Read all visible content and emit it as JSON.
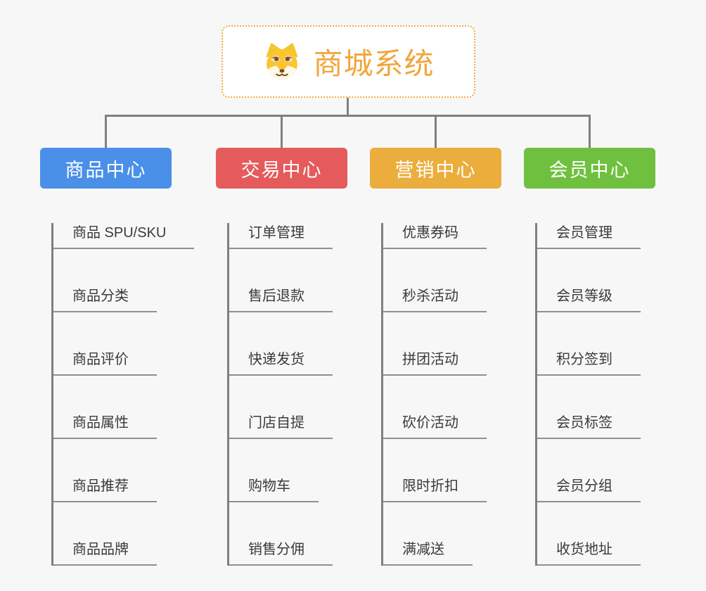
{
  "page": {
    "background": "#f7f7f7",
    "connector_color": "#7f7f7f"
  },
  "root": {
    "title": "商城系统",
    "title_color": "#F0A63C",
    "border_color": "#F2AC3C",
    "icon": "shiba-dog-icon"
  },
  "branches": [
    {
      "label": "商品中心",
      "color": "#4A90E8",
      "children": [
        "商品 SPU/SKU",
        "商品分类",
        "商品评价",
        "商品属性",
        "商品推荐",
        "商品品牌"
      ]
    },
    {
      "label": "交易中心",
      "color": "#E55B5B",
      "children": [
        "订单管理",
        "售后退款",
        "快递发货",
        "门店自提",
        "购物车",
        "销售分佣"
      ]
    },
    {
      "label": "营销中心",
      "color": "#EBAD3C",
      "children": [
        "优惠券码",
        "秒杀活动",
        "拼团活动",
        "砍价活动",
        "限时折扣",
        "满减送"
      ]
    },
    {
      "label": "会员中心",
      "color": "#70C040",
      "children": [
        "会员管理",
        "会员等级",
        "积分签到",
        "会员标签",
        "会员分组",
        "收货地址"
      ]
    }
  ]
}
